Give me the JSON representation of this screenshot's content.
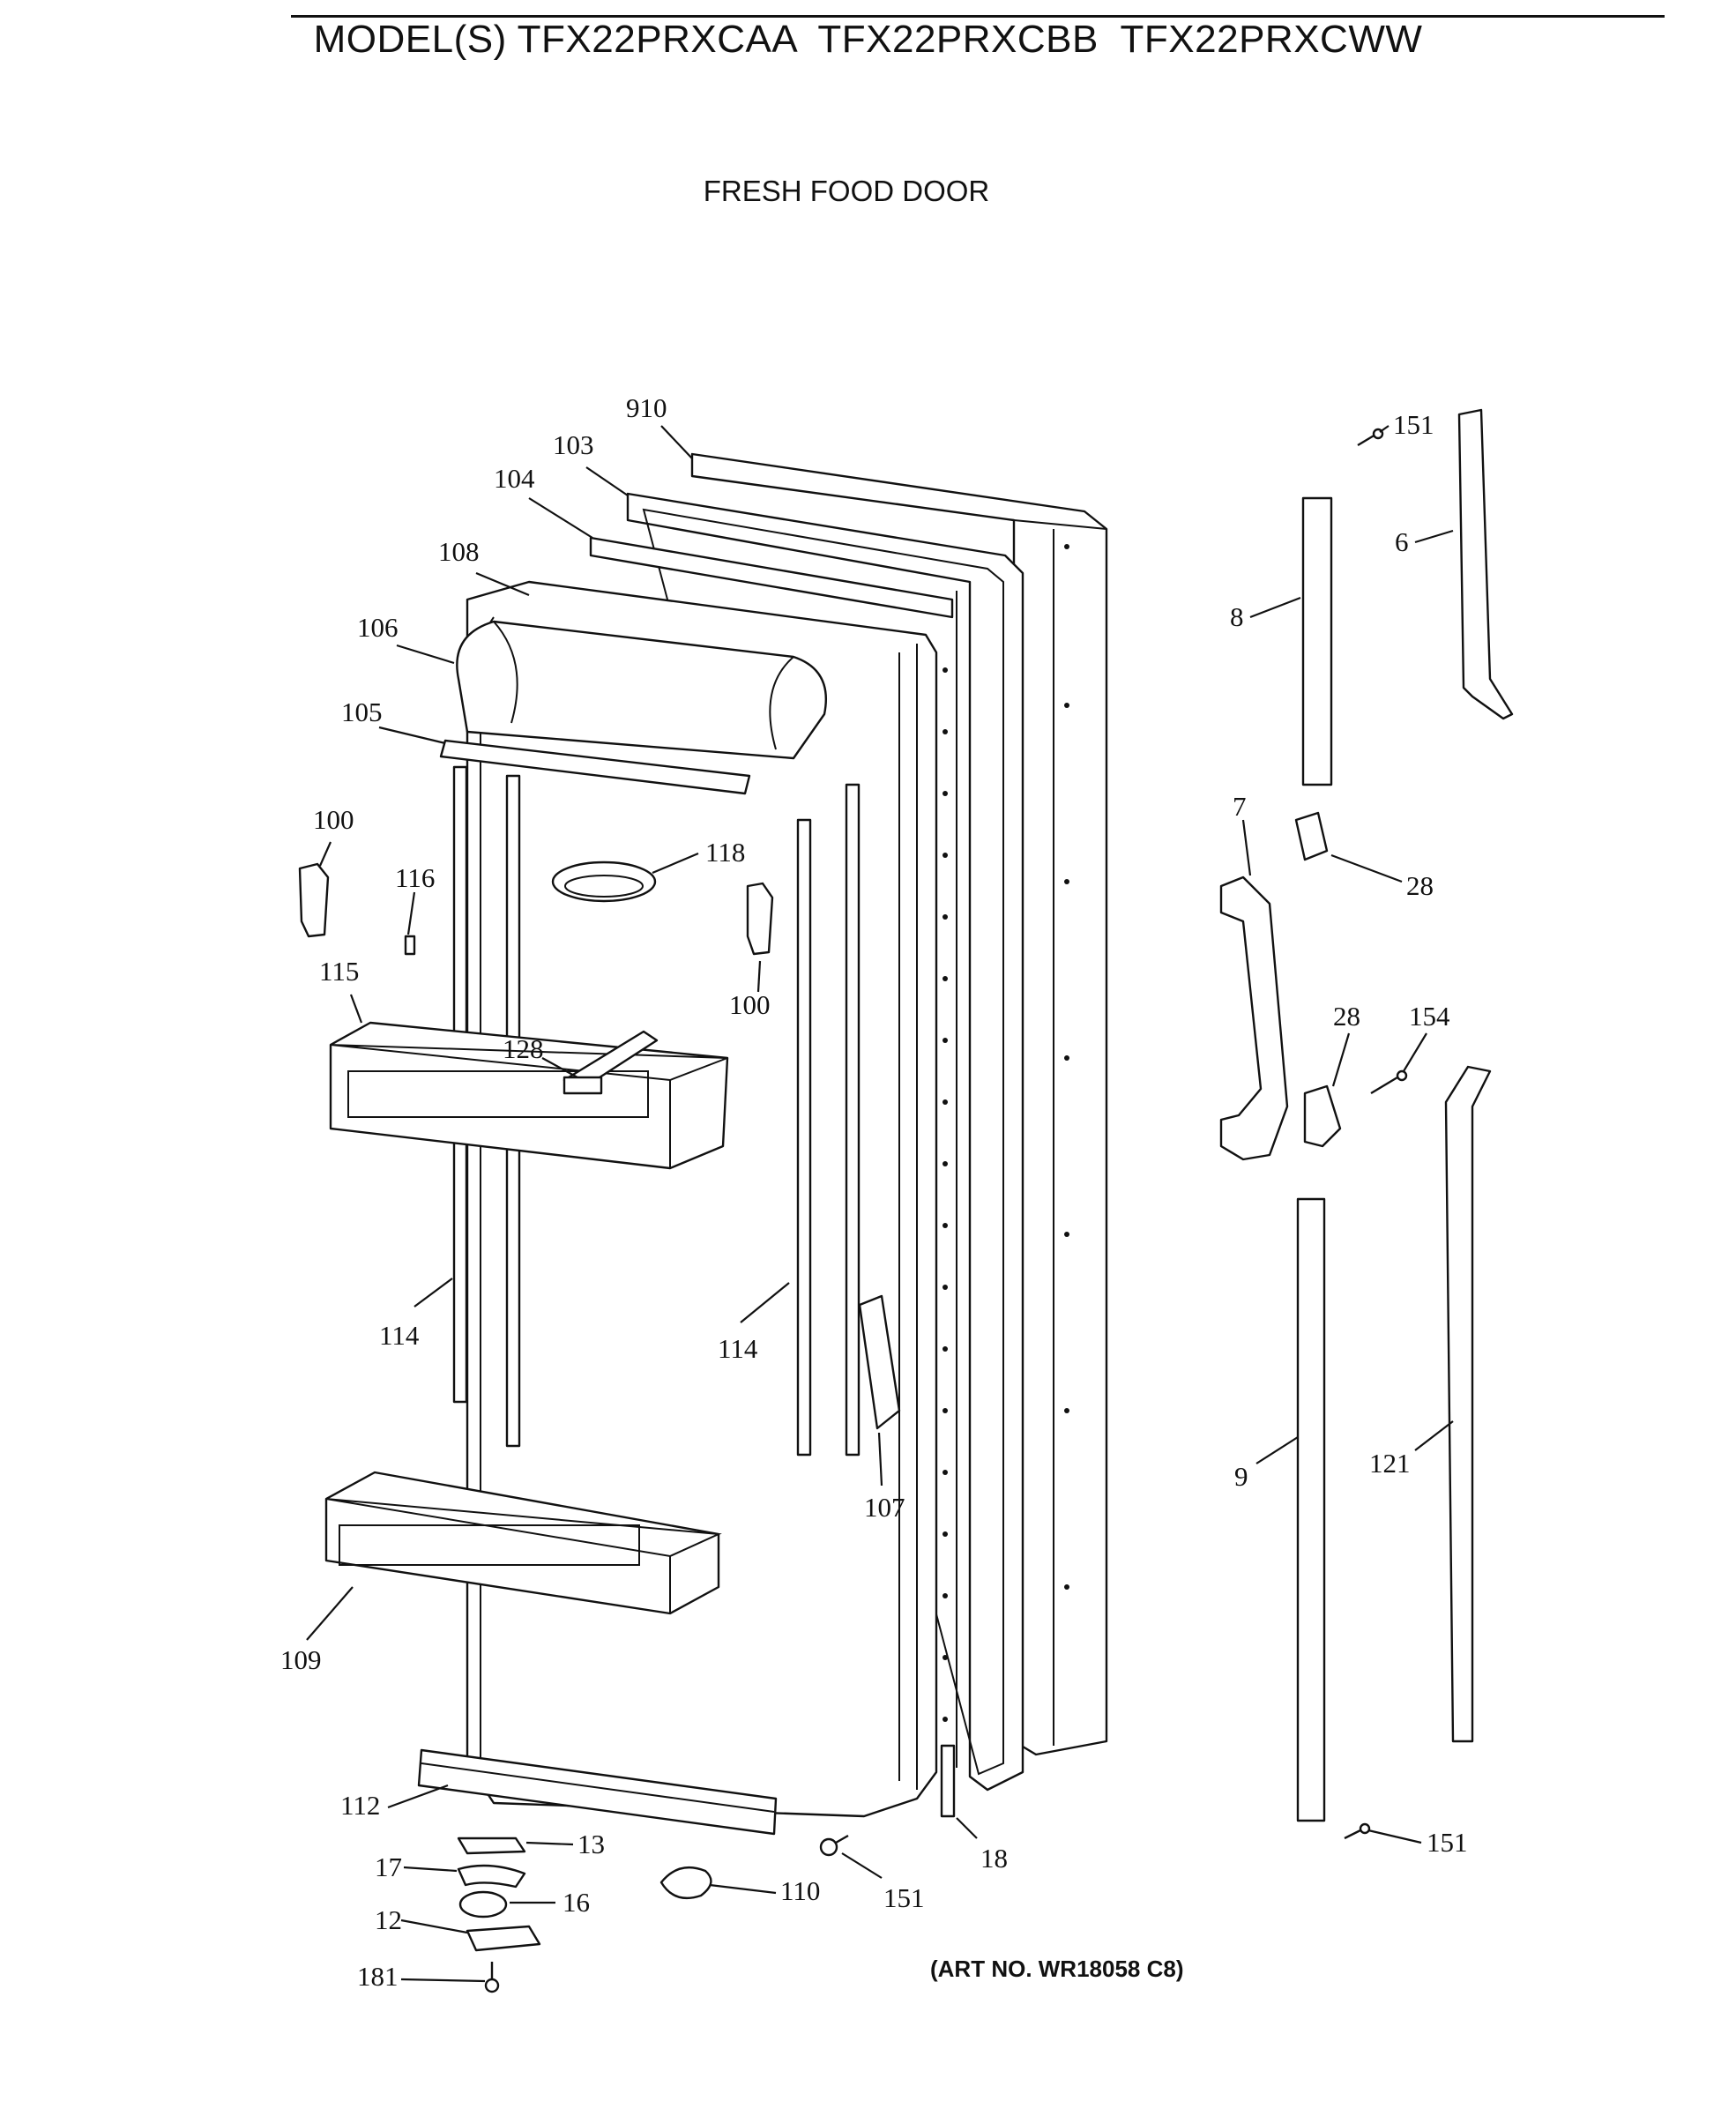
{
  "header": {
    "models": "MODEL(S) TFX22PRXCAA  TFX22PRXCBB  TFX22PRXCWW",
    "section": "FRESH FOOD DOOR"
  },
  "footer": {
    "art_number": "(ART NO. WR18058 C8)"
  },
  "callouts": {
    "c910": "910",
    "c103": "103",
    "c104": "104",
    "c108": "108",
    "c106": "106",
    "c105": "105",
    "c100a": "100",
    "c116": "116",
    "c118": "118",
    "c100b": "100",
    "c115": "115",
    "c128": "128",
    "c114a": "114",
    "c114b": "114",
    "c107": "107",
    "c109": "109",
    "c112": "112",
    "c13": "13",
    "c17": "17",
    "c16": "16",
    "c12": "12",
    "c181": "181",
    "c110": "110",
    "c151a": "151",
    "c18": "18",
    "c151b": "151",
    "c6": "6",
    "c8": "8",
    "c7": "7",
    "c28a": "28",
    "c28b": "28",
    "c154": "154",
    "c9": "9",
    "c121": "121",
    "c151c": "151"
  }
}
